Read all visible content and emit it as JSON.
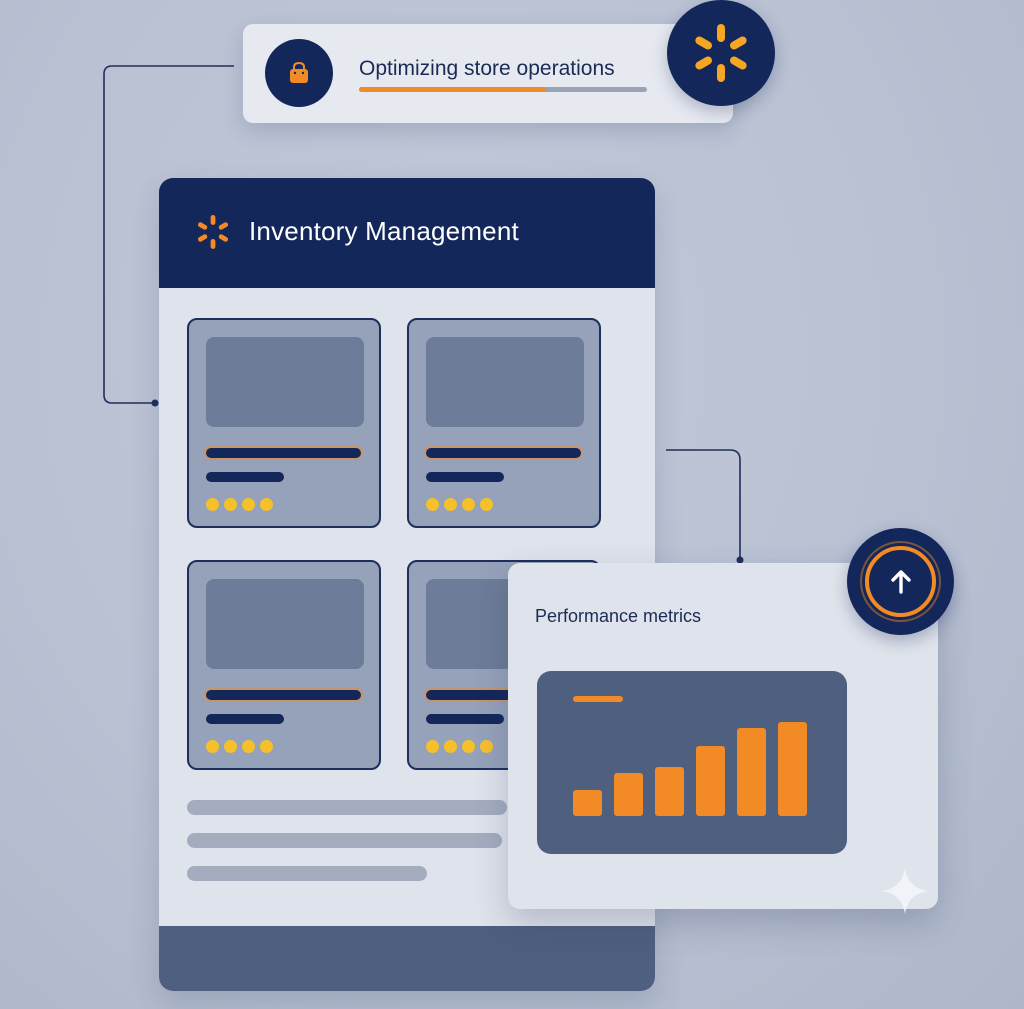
{
  "status": {
    "text": "Optimizing store operations",
    "progress_percent": 65,
    "icon": "shopping-bag-icon",
    "brand_icon": "spark-logo-icon"
  },
  "inventory": {
    "title": "Inventory Management",
    "header_icon": "spark-logo-icon",
    "products": [
      {
        "rating": 4
      },
      {
        "rating": 4
      },
      {
        "rating": 4
      },
      {
        "rating": 4
      }
    ]
  },
  "performance": {
    "title": "Performance metrics",
    "badge_icon": "arrow-up-icon",
    "chart_data": {
      "type": "bar",
      "values": [
        26,
        43,
        49,
        70,
        88,
        94
      ],
      "ylim": [
        0,
        100
      ],
      "grid": false,
      "legend": "none"
    }
  },
  "colors": {
    "navy": "#14275a",
    "orange": "#f28b25",
    "gold": "#f5c02a",
    "slate": "#4f5f80"
  }
}
